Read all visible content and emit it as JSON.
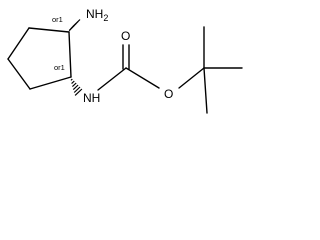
{
  "molecule": {
    "atoms": {
      "amine_n": {
        "symbol": "N",
        "hydrogens": "H",
        "h_subscript": "2"
      },
      "carbamate_n": {
        "symbol": "N",
        "hydrogens": "H"
      },
      "carbonyl_o": {
        "symbol": "O"
      },
      "ester_o": {
        "symbol": "O"
      }
    },
    "stereo_labels": {
      "c1": "or1",
      "c2": "or1"
    }
  },
  "colors": {
    "bond": "#000000",
    "text": "#000000",
    "background": "#ffffff"
  }
}
